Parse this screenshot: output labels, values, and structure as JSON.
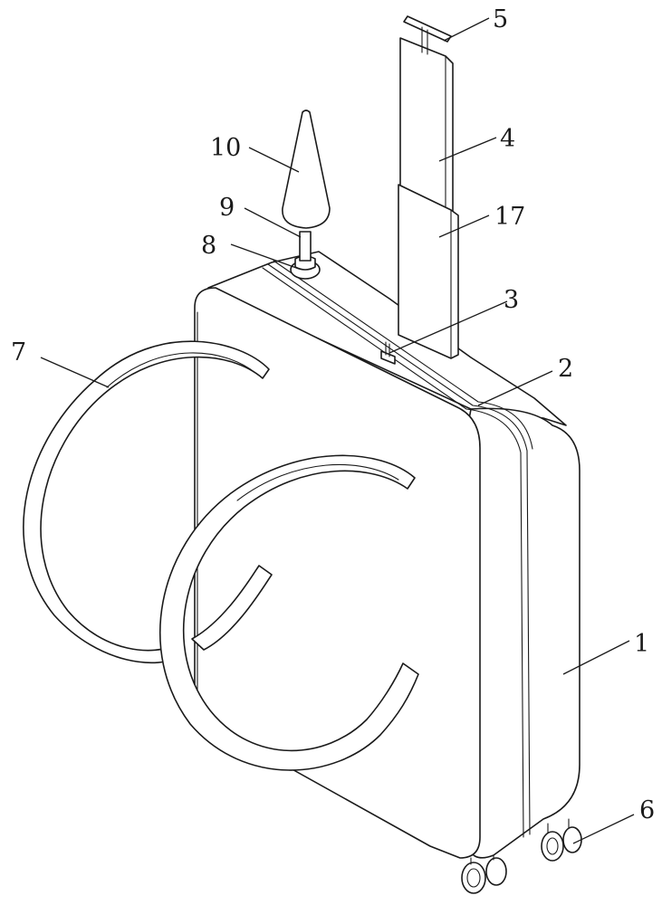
{
  "labels": {
    "l1": "1",
    "l2": "2",
    "l3": "3",
    "l4": "4",
    "l5": "5",
    "l6": "6",
    "l7": "7",
    "l8": "8",
    "l9": "9",
    "l10": "10",
    "l17": "17"
  },
  "colors": {
    "ink": "#1a1a1a",
    "paper": "#ffffff"
  }
}
